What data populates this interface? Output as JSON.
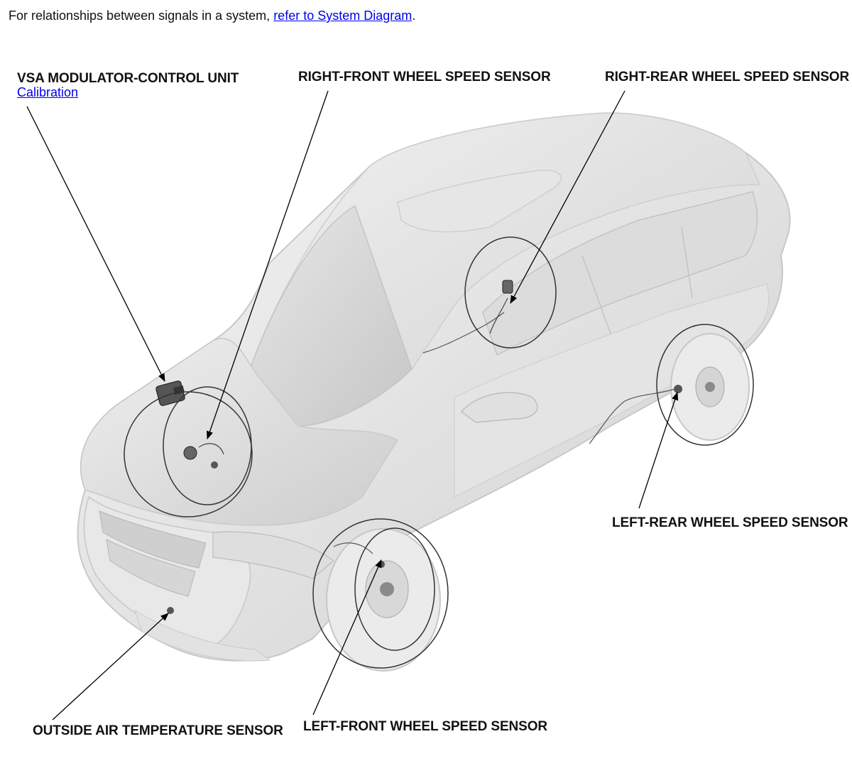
{
  "intro": {
    "text_before": "For relationships between signals in a system, ",
    "link_text": "refer to System Diagram",
    "text_after": "."
  },
  "callouts": {
    "vsa_modulator": {
      "label": "VSA MODULATOR-CONTROL UNIT",
      "link": "Calibration"
    },
    "right_front": {
      "label": "RIGHT-FRONT WHEEL SPEED SENSOR"
    },
    "right_rear": {
      "label": "RIGHT-REAR WHEEL SPEED SENSOR"
    },
    "left_rear": {
      "label": "LEFT-REAR WHEEL SPEED SENSOR"
    },
    "outside_air": {
      "label": "OUTSIDE AIR TEMPERATURE SENSOR"
    },
    "left_front": {
      "label": "LEFT-FRONT WHEEL SPEED SENSOR"
    }
  },
  "colors": {
    "link": "#0000ee",
    "body_light": "#f2f2f2",
    "body_mid": "#d9d9d9",
    "body_dark": "#bdbdbd",
    "leader": "#000000"
  }
}
